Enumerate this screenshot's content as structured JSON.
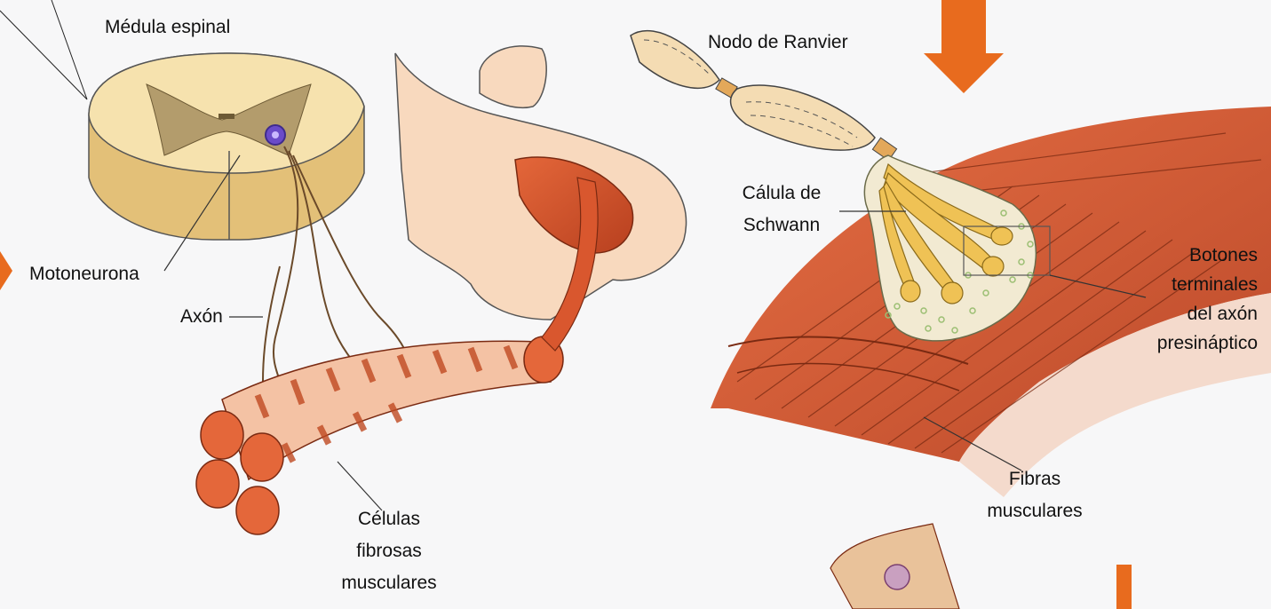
{
  "labels": {
    "medula": "Médula espinal",
    "motoneurona": "Motoneurona",
    "axon": "Axón",
    "celulas_1": "Células",
    "celulas_2": "fibrosas",
    "celulas_3": "musculares",
    "nodo": "Nodo de Ranvier",
    "schwann_1": "Cálula de",
    "schwann_2": "Schwann",
    "botones_1": "Botones",
    "botones_2": "terminales",
    "botones_3": "del axón",
    "botones_4": "presináptico",
    "fibras_1": "Fibras",
    "fibras_2": "musculares"
  },
  "colors": {
    "background": "#f7f7f8",
    "spinal_cream": "#f6e2ae",
    "spinal_side": "#e3c078",
    "gray_matter": "#b39c6c",
    "neuron": "#6a4bc9",
    "muscle_red": "#d9572e",
    "muscle_light": "#f4c2a4",
    "skin": "#f8d9be",
    "terminal_yellow": "#efc255",
    "vesicle_green": "#a8c982",
    "accent_orange": "#e86b1e"
  },
  "icons": [
    "arrow-down-icon",
    "arrow-right-icon",
    "bar-icon"
  ]
}
